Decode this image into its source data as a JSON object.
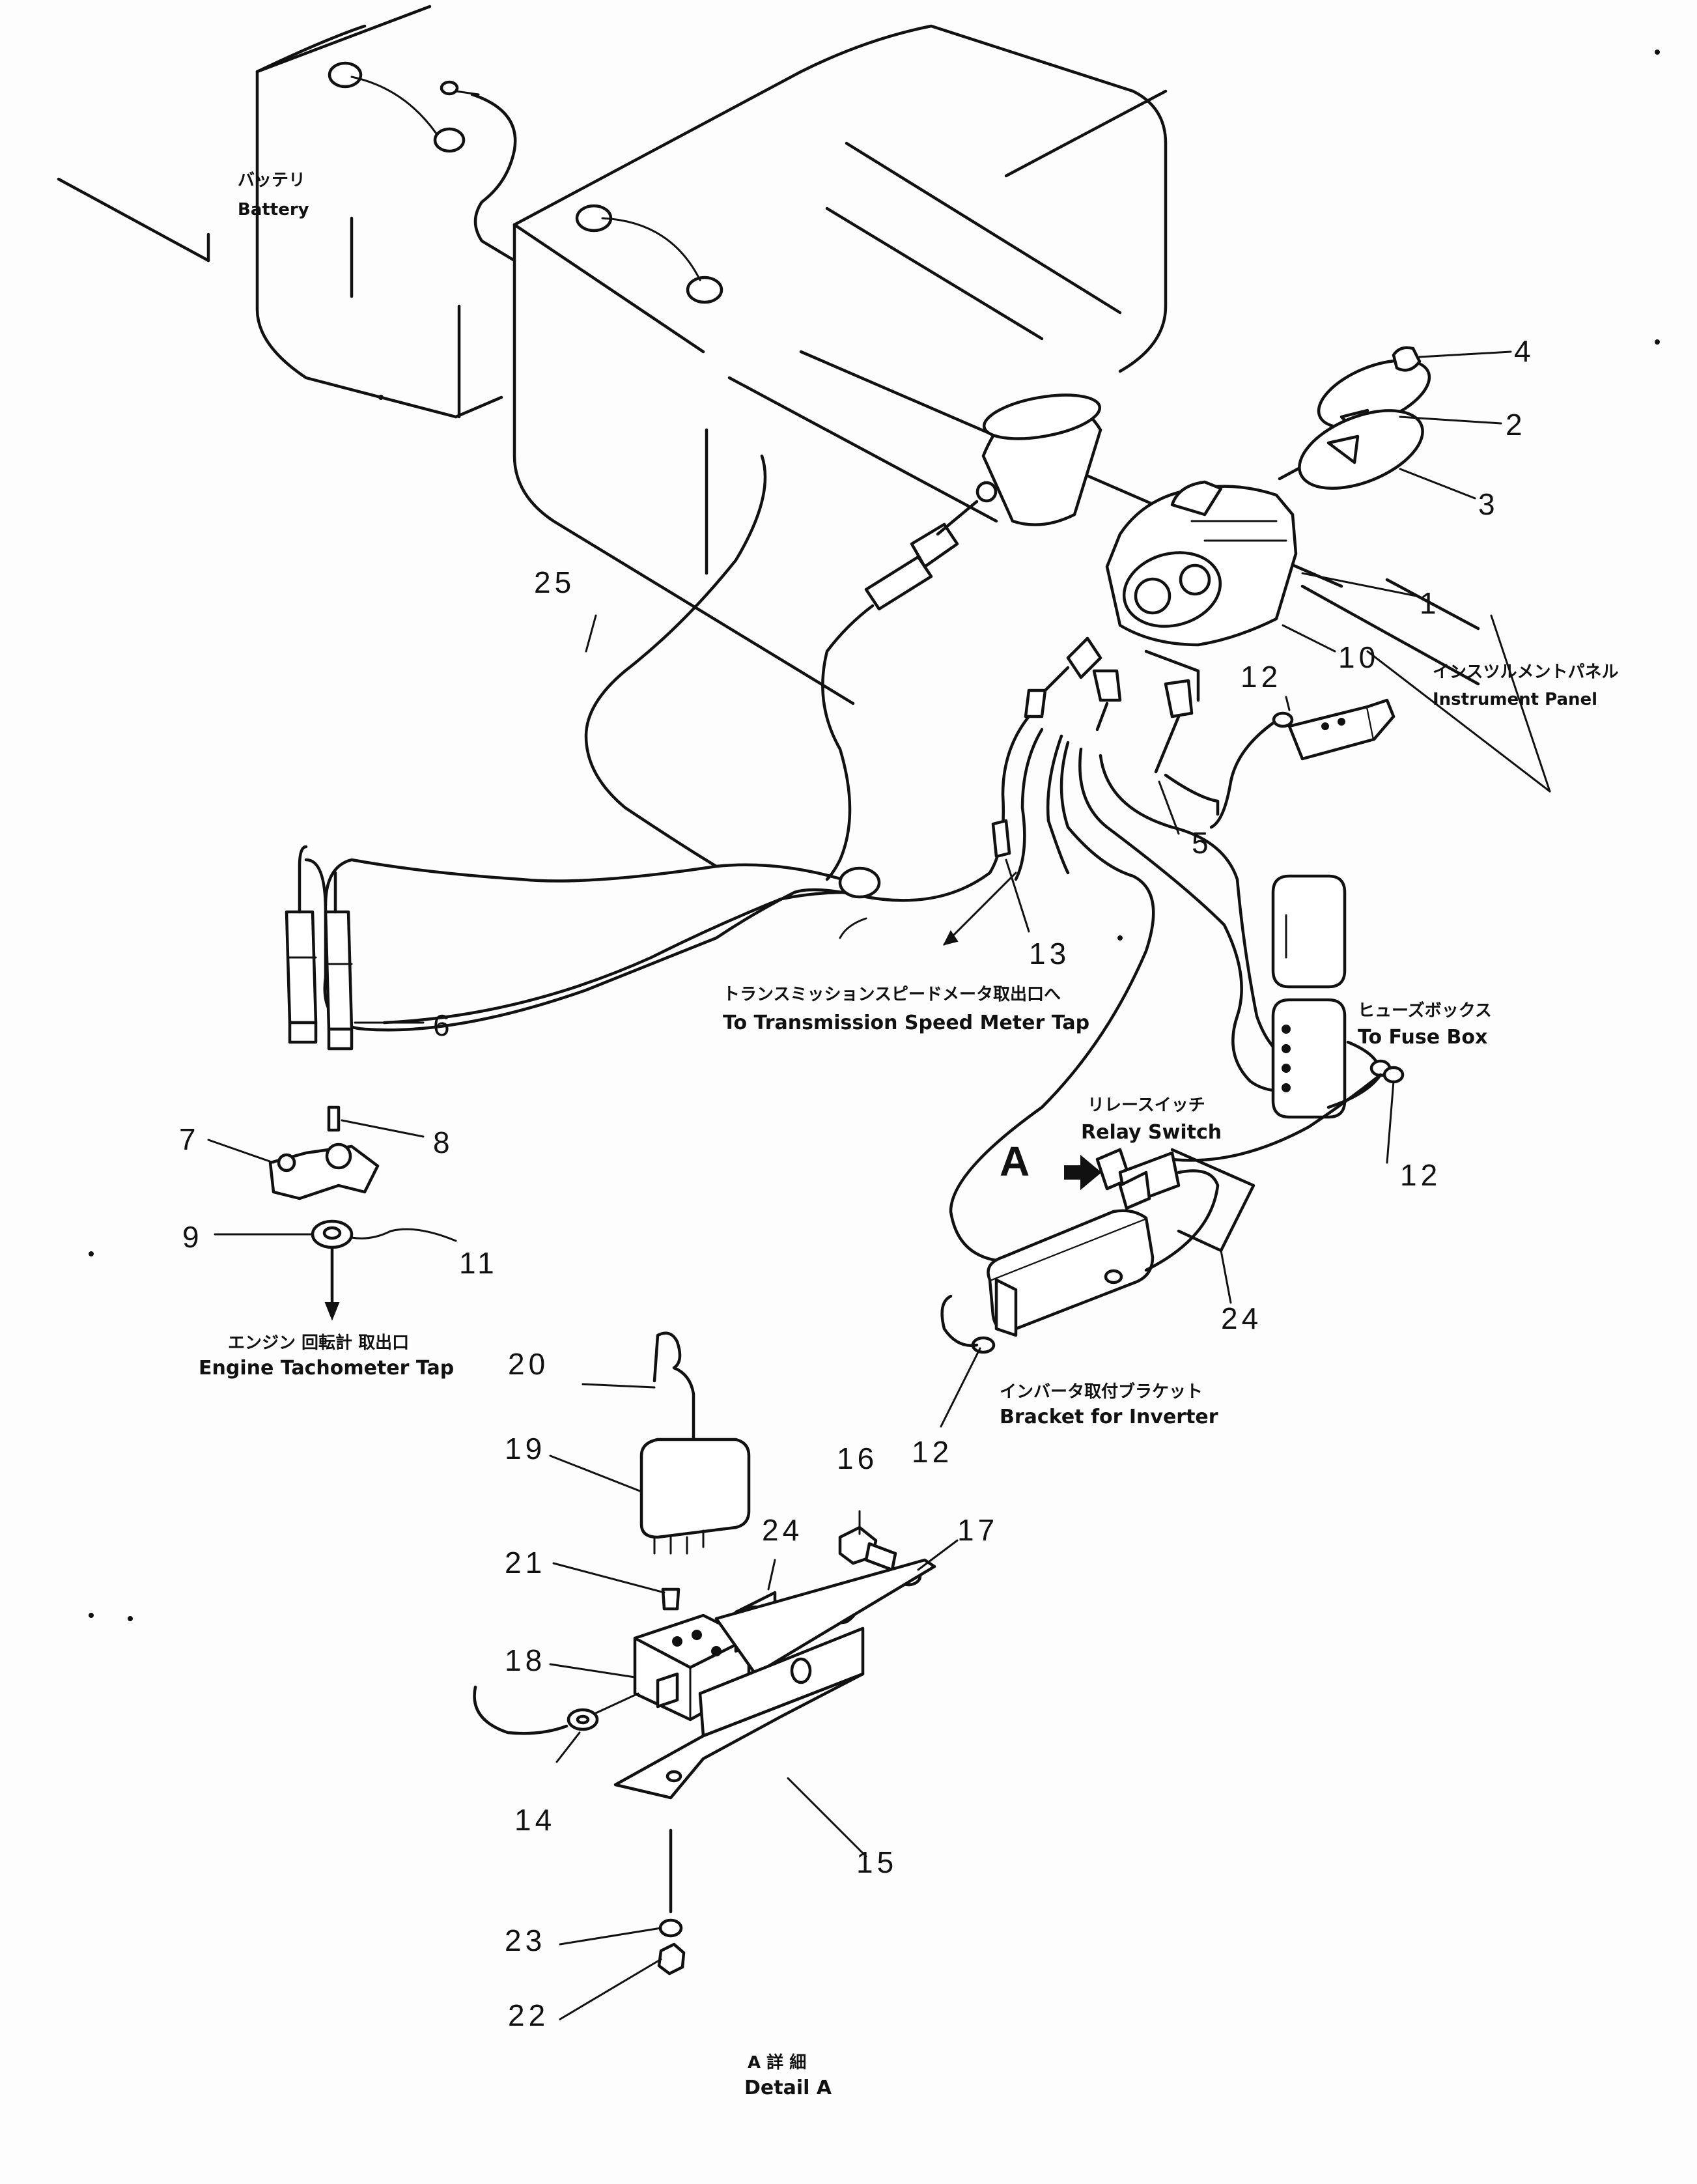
{
  "labels": {
    "battery_ja": "バッテリ",
    "battery_en": "Battery",
    "instrument_panel_ja": "インスツルメントパネル",
    "instrument_panel_en": "Instrument Panel",
    "transmission_tap_ja": "トランスミッションスピードメータ取出口へ",
    "transmission_tap_en": "To Transmission Speed Meter Tap",
    "fuse_box_ja": "ヒューズボックス",
    "fuse_box_en": "To Fuse Box",
    "relay_switch_ja": "リレースイッチ",
    "relay_switch_en": "Relay Switch",
    "engine_tach_ja": "エンジン 回転計 取出口",
    "engine_tach_en": "Engine Tachometer Tap",
    "bracket_ja": "インバータ取付ブラケット",
    "bracket_en": "Bracket for Inverter",
    "detail_marker": "A",
    "detail_ja": "A 詳 細",
    "detail_en": "Detail A"
  },
  "callouts": {
    "p1": "1",
    "p2": "2",
    "p3": "3",
    "p4": "4",
    "p5": "5",
    "p6": "6",
    "p7": "7",
    "p8": "8",
    "p9": "9",
    "p10": "10",
    "p11": "11",
    "p12a": "12",
    "p12b": "12",
    "p12c": "12",
    "p13": "13",
    "p14": "14",
    "p15": "15",
    "p16": "16",
    "p17": "17",
    "p18": "18",
    "p19": "19",
    "p20": "20",
    "p21": "21",
    "p22": "22",
    "p23": "23",
    "p24a": "24",
    "p24b": "24",
    "p25": "25"
  }
}
